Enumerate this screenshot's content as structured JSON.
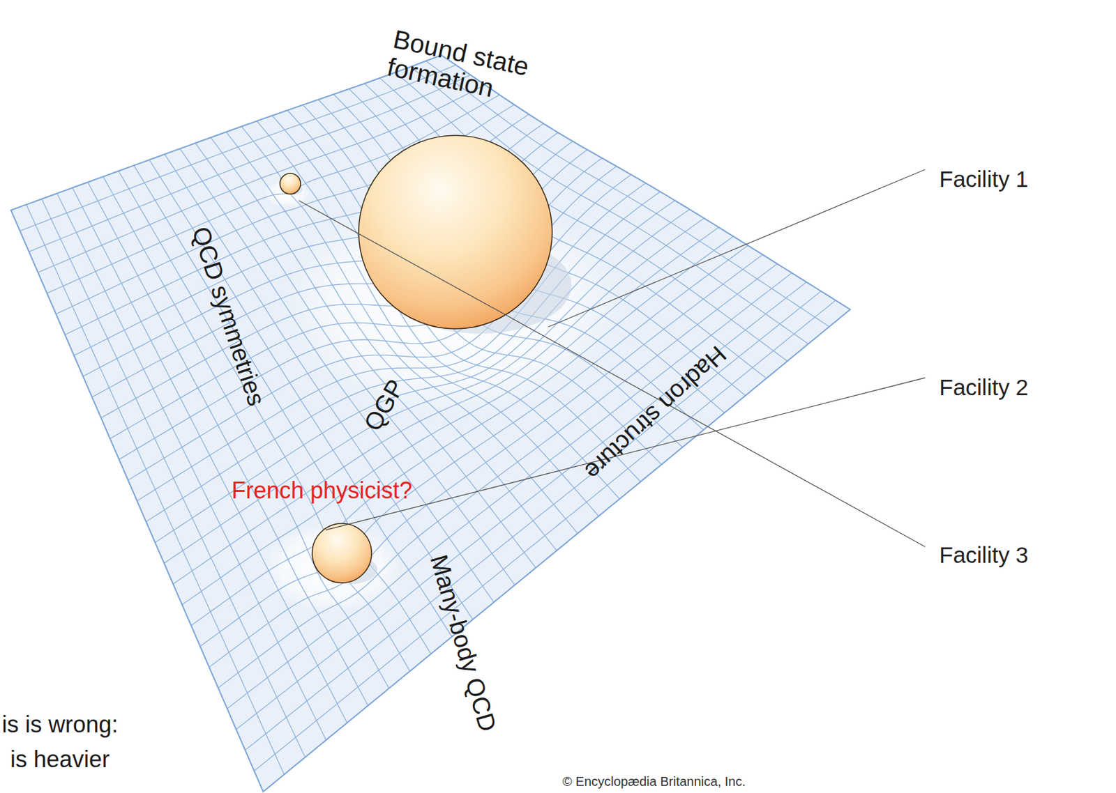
{
  "diagram": {
    "labels": [
      "Bound state formation",
      "QCD symmetries",
      "QGP",
      "Hadron structure",
      "Many-body QCD",
      "French physicist?",
      "Facility 1",
      "Facility 2",
      "Facility 3",
      "is is wrong:",
      "is heavier",
      "© Encyclopædia Britannica, Inc."
    ]
  }
}
